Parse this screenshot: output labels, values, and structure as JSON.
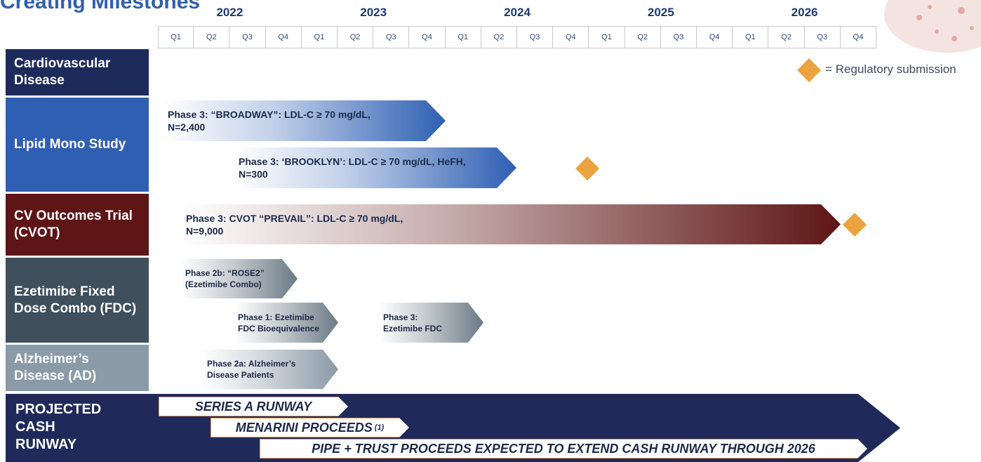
{
  "title": "Creating Milestones",
  "years": [
    "2022",
    "2023",
    "2024",
    "2025",
    "2026"
  ],
  "quarters": [
    "Q1",
    "Q2",
    "Q3",
    "Q4",
    "Q1",
    "Q2",
    "Q3",
    "Q4",
    "Q1",
    "Q2",
    "Q3",
    "Q4",
    "Q1",
    "Q2",
    "Q3",
    "Q4",
    "Q1",
    "Q2",
    "Q3",
    "Q4"
  ],
  "legend": {
    "label": "= Regulatory submission",
    "color": "#eba23f"
  },
  "rows": {
    "cardio": "Cardiovascular\nDisease",
    "lipid": "Lipid Mono Study",
    "cvot": "CV Outcomes Trial\n(CVOT)",
    "fdc": "Ezetimibe Fixed\nDose Combo (FDC)",
    "ad": "Alzheimer’s\nDisease (AD)",
    "cash": "PROJECTED\nCASH\nRUNWAY"
  },
  "bars": {
    "broadway": "Phase 3: “BROADWAY”: LDL-C ≥ 70 mg/dL,\nN=2,400",
    "brooklyn": "Phase 3: ‘BROOKLYN’: LDL-C ≥ 70 mg/dL, HeFH,\nN=300",
    "prevail": "Phase 3: CVOT “PREVAIL”: LDL-C ≥ 70 mg/dL,\nN=9,000",
    "rose2": "Phase 2b: “ROSE2”\n(Ezetimibe Combo)",
    "fdc_bioeq": "Phase 1: Ezetimibe\nFDC Bioequivalence",
    "fdc_ph3": "Phase 3:\nEzetimibe FDC",
    "ad_ph2a": "Phase 2a: Alzheimer’s\nDisease Patients"
  },
  "cash": {
    "series_a": "SERIES A RUNWAY",
    "menarini": "MENARINI PROCEEDS",
    "menarini_note": "(1)",
    "pipe": "PIPE + TRUST PROCEEDS EXPECTED TO EXTEND CASH RUNWAY THROUGH 2026"
  },
  "colors": {
    "navy": "#1d2a5c",
    "blue": "#2e5fb3",
    "maroon": "#5e1515",
    "slate": "#3f4f5c",
    "gray": "#8a9aa7",
    "cash_bg": "#1f2a5a",
    "diamond": "#eba23f"
  }
}
